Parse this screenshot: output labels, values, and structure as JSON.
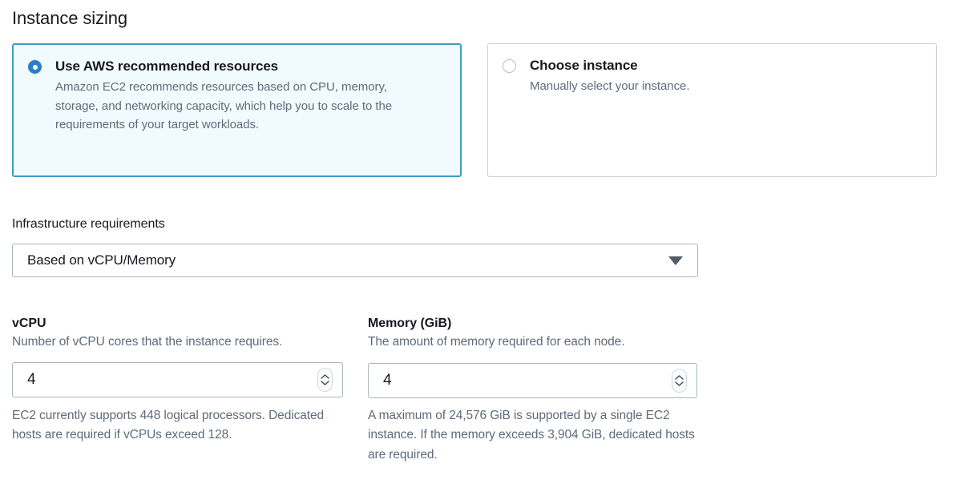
{
  "page": {
    "title": "Instance sizing"
  },
  "sizing_options": [
    {
      "label": "Use AWS recommended resources",
      "description": "Amazon EC2 recommends resources based on CPU, memory, storage, and networking capacity, which help you to scale to the requirements of your target workloads.",
      "selected": true
    },
    {
      "label": "Choose instance",
      "description": "Manually select your instance.",
      "selected": false
    }
  ],
  "infrastructure": {
    "label": "Infrastructure requirements",
    "selected_value": "Based on vCPU/Memory",
    "caret_icon": "chevron-down-icon"
  },
  "vcpu": {
    "title": "vCPU",
    "description": "Number of vCPU cores that the instance requires.",
    "value": "4",
    "helper": "EC2 currently supports 448 logical processors. Dedicated hosts are required if vCPUs exceed 128.",
    "spinner_up_icon": "chevron-up-icon",
    "spinner_down_icon": "chevron-down-icon"
  },
  "memory": {
    "title": "Memory (GiB)",
    "description": "The amount of memory required for each node.",
    "value": "4",
    "helper": "A maximum of 24,576 GiB is supported by a single EC2 instance. If the memory exceeds 3,904 GiB, dedicated hosts are required.",
    "spinner_up_icon": "chevron-up-icon",
    "spinner_down_icon": "chevron-down-icon"
  },
  "colors": {
    "accent": "#2a7fc4",
    "selected_card_border": "#3b9dc6",
    "selected_card_background": "#f1faff",
    "secondary_text": "#5f6b7a",
    "primary_text": "#16191f",
    "input_border": "#aab7b8"
  }
}
